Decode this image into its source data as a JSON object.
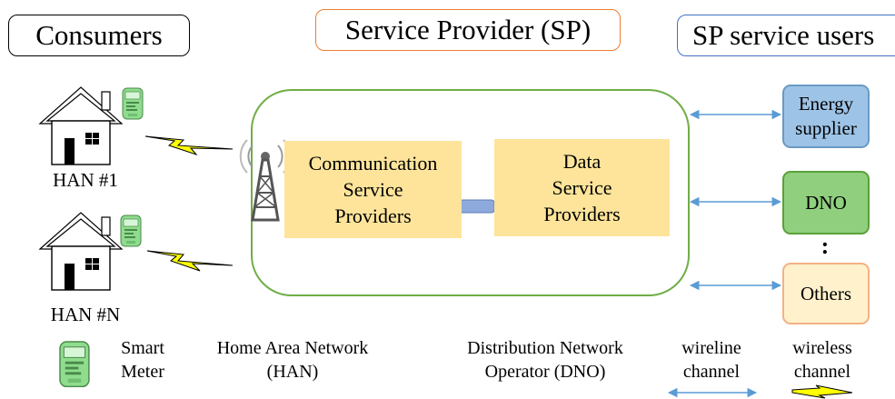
{
  "headers": {
    "consumers": "Consumers",
    "service_provider": "Service Provider (SP)",
    "sp_users": "SP service users"
  },
  "homes": [
    {
      "label": "HAN #1"
    },
    {
      "label": "HAN #N"
    }
  ],
  "sp_boxes": {
    "communication": "Communication\nService\nProviders",
    "data": "Data\nService\nProviders"
  },
  "users": [
    {
      "label": "Energy\nsupplier",
      "fill": "#9dc3e6",
      "border": "#6b9ac4"
    },
    {
      "label": "DNO",
      "fill": "#8fcf7e",
      "border": "#5aa13a"
    },
    {
      "label": "Others",
      "fill": "#fff1cc",
      "border": "#f4b183"
    }
  ],
  "ellipsis": ":",
  "legend": {
    "smart_meter": "Smart\nMeter",
    "han": "Home Area Network\n(HAN)",
    "dno": "Distribution Network\nOperator (DNO)",
    "wireline": "wireline\nchannel",
    "wireless": "wireless\nchannel"
  },
  "colors": {
    "consumers_border": "#000000",
    "sp_border": "#ed7d31",
    "users_border": "#4472c4",
    "cloud_border": "#70ad47",
    "arrow": "#5b9bd5",
    "lightning": "#ffff00",
    "meter": "#8fdc8f"
  }
}
